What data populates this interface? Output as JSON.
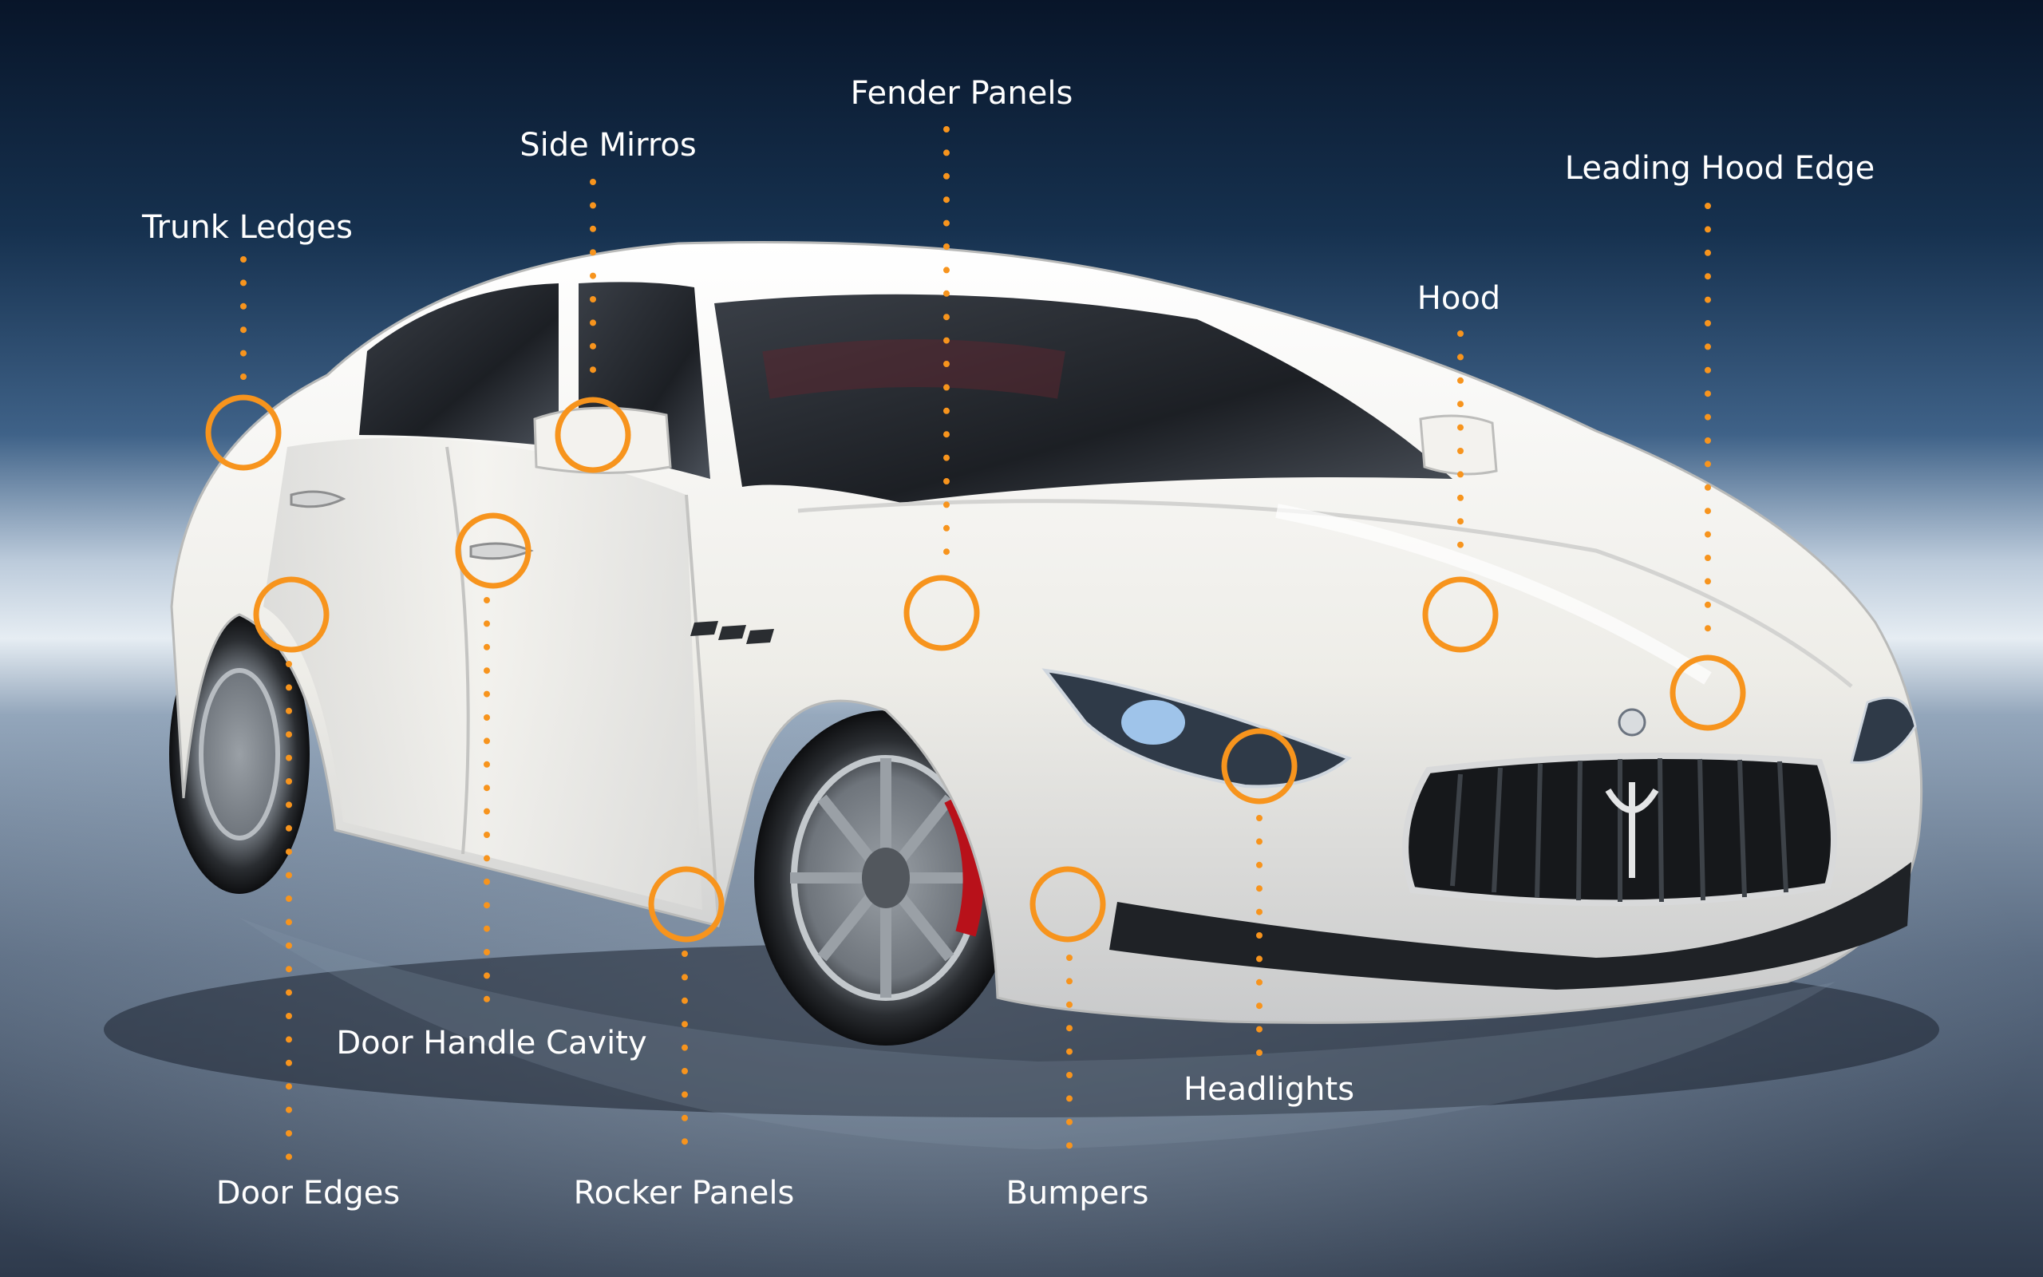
{
  "colors": {
    "accent": "#f7941d",
    "label": "#ffffff",
    "sky_top": "#0a1a33",
    "sky_mid": "#3b5f88",
    "horizon": "#d9e4ee",
    "floor": "#5f7086",
    "car_body": "#f1f0eb"
  },
  "callouts": [
    {
      "id": "trunk-ledges",
      "label": "Trunk Ledges"
    },
    {
      "id": "side-mirrors",
      "label": "Side Mirros"
    },
    {
      "id": "fender-panels",
      "label": "Fender Panels"
    },
    {
      "id": "hood",
      "label": "Hood"
    },
    {
      "id": "leading-hood-edge",
      "label": "Leading Hood Edge"
    },
    {
      "id": "door-edges",
      "label": "Door Edges"
    },
    {
      "id": "door-handle-cavity",
      "label": "Door Handle Cavity"
    },
    {
      "id": "rocker-panels",
      "label": "Rocker Panels"
    },
    {
      "id": "bumpers",
      "label": "Bumpers"
    },
    {
      "id": "headlights",
      "label": "Headlights"
    }
  ]
}
